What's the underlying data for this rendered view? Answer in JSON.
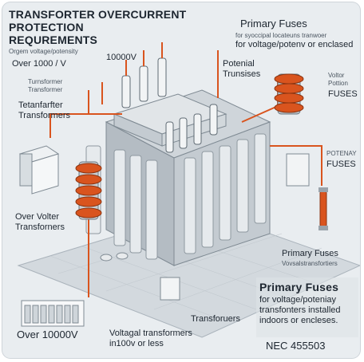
{
  "title_lines": [
    "TRANSFORTER OVERCURRENT",
    "PROTECTION",
    "REQUREMENTS"
  ],
  "subtitle_small": "Orgem voltage/potensity",
  "over_label_1": "Over 1000 / V",
  "voltage_10000": "10000V",
  "tiny_label_left": [
    "Turnsformer",
    "Transformer"
  ],
  "transformer_label": [
    "Tetanfarfter",
    "Transformers"
  ],
  "over_volter": [
    "Over Volter",
    "Transforners"
  ],
  "over_10000v": "Over 10000V",
  "voltagal_transformers": [
    "Voltagal transformers",
    "in100v or less"
  ],
  "transforuers": "Transforuers",
  "primary_fuses_top": "Primary Fuses",
  "primary_fuses_top_sub": [
    "for syoccipal locateuns tranwoer",
    "for voltage/potenv or enclased"
  ],
  "potenial_trunses": [
    "Potenial",
    "Trunsises"
  ],
  "right_labels_1": [
    "Voltor",
    "Pottion",
    "FUSES"
  ],
  "potenay_fuses": [
    "POTENAY",
    "FUSES"
  ],
  "primary_fuses_mid": "Primary Fuses",
  "primary_fuses_mid_sub": "Vovsalstransfortiers",
  "primary_fuses_bottom": "Primary Fuses",
  "primary_fuses_bottom_desc": [
    "for voltage/poteniay",
    "transfonters installed",
    "indoors or encleses."
  ],
  "nec_code": "NEC 455503",
  "colors": {
    "accent": "#d9541e",
    "steel": "#b9c1c8",
    "panel": "#dfe4e8",
    "dark": "#1d2630"
  }
}
